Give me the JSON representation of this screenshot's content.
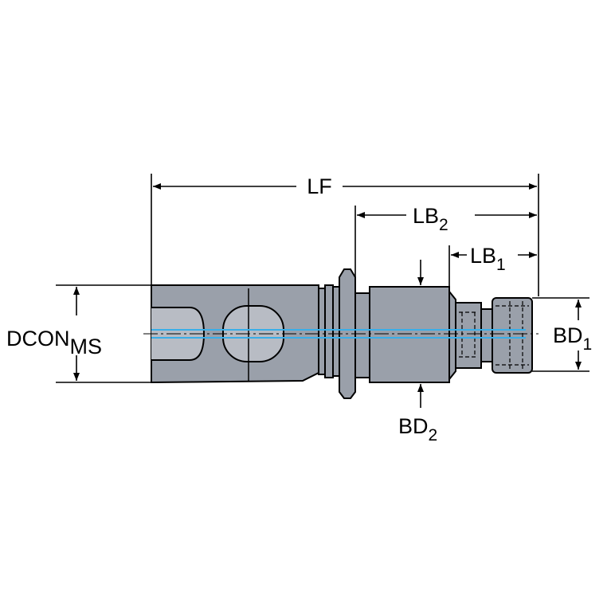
{
  "dimensions": {
    "lf": "LF",
    "lb2": {
      "base": "LB",
      "sub": "2"
    },
    "lb1": {
      "base": "LB",
      "sub": "1"
    },
    "bd1": {
      "base": "BD",
      "sub": "1"
    },
    "bd2": {
      "base": "BD",
      "sub": "2"
    },
    "dcon": {
      "base": "DCON",
      "sub": "MS"
    }
  },
  "colors": {
    "body_fill": "#9aa0aa",
    "outline": "#000000",
    "centerline": "#3aaee8"
  }
}
